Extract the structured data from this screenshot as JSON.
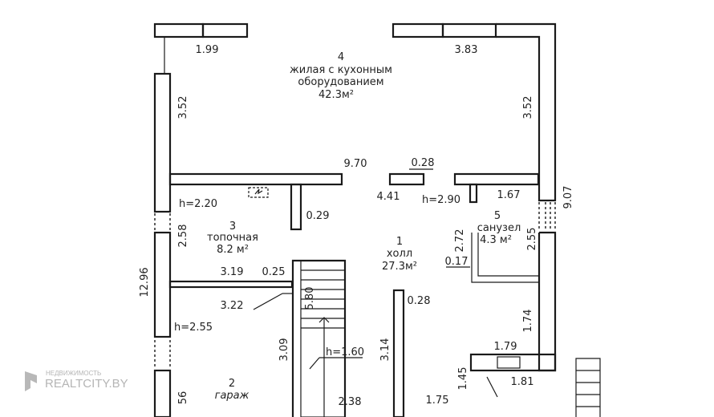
{
  "rooms": [
    {
      "number": "4",
      "name_line1": "жилая с кухонным",
      "name_line2": "оборудованием",
      "area": "42.3м²"
    },
    {
      "number": "3",
      "name": "топочная",
      "area": "8.2 м²"
    },
    {
      "number": "1",
      "name": "холл",
      "area": "27.3м²"
    },
    {
      "number": "5",
      "name": "санузел",
      "area": "4.3 м²"
    },
    {
      "number": "2",
      "name": "гараж"
    }
  ],
  "dimensions": {
    "d_1_99": "1.99",
    "d_3_83": "3.83",
    "d_3_52_left": "3.52",
    "d_3_52_right": "3.52",
    "d_9_70": "9.70",
    "d_0_28_top": "0.28",
    "d_4_41": "4.41",
    "d_1_67": "1.67",
    "d_9_07": "9.07",
    "d_2_58": "2.58",
    "d_0_29": "0.29",
    "d_2_72": "2.72",
    "d_2_55": "2.55",
    "d_12_96": "12.96",
    "d_3_19": "3.19",
    "d_0_25": "0.25",
    "d_5_80": "5.80",
    "d_0_17": "0.17",
    "d_0_28_mid": "0.28",
    "d_3_22": "3.22",
    "d_1_74": "1.74",
    "d_3_09": "3.09",
    "d_3_14": "3.14",
    "d_1_79": "1.79",
    "d_1_45": "1.45",
    "d_1_81": "1.81",
    "d_2_38": "2.38",
    "d_1_75": "1.75",
    "d_56": "56"
  },
  "heights": {
    "h_2_20": "h=2.20",
    "h_2_90": "h=2.90",
    "h_2_55": "h=2.55",
    "h_1_60": "h=1.60"
  },
  "watermark": {
    "top_line": "НЕДВИЖИМОСТЬ",
    "brand": "REALTCITY.BY"
  }
}
